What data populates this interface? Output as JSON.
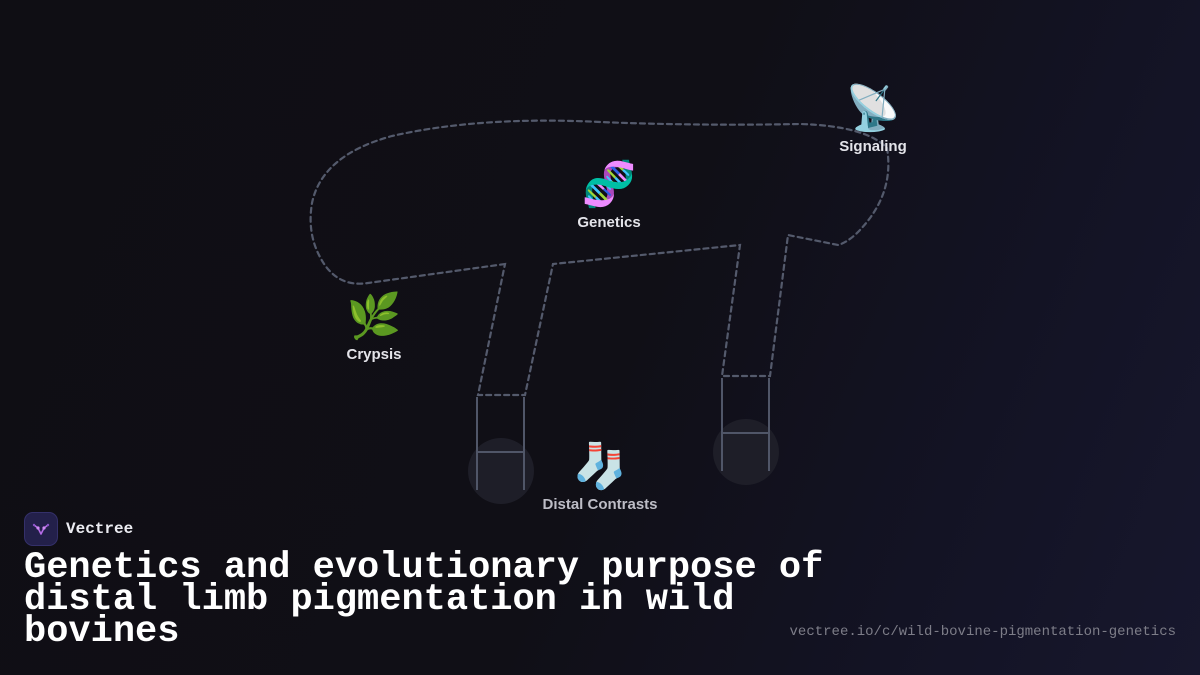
{
  "brand": {
    "name": "Vectree",
    "logo_icon": "vectree-logo-icon"
  },
  "title": "Genetics and evolutionary purpose of distal limb pigmentation in wild bovines",
  "url": "vectree.io/c/wild-bovine-pigmentation-genetics",
  "nodes": [
    {
      "label": "Signaling",
      "icon": "satellite-antenna-icon",
      "glyph": "📡"
    },
    {
      "label": "Genetics",
      "icon": "dna-icon",
      "glyph": "🧬"
    },
    {
      "label": "Crypsis",
      "icon": "herb-icon",
      "glyph": "🌿"
    },
    {
      "label": "Distal Contrasts",
      "icon": "socks-icon",
      "glyph": "🧦"
    }
  ],
  "colors": {
    "background": "#0f0e14",
    "outline": "#545a6c",
    "label": "#e4e4ea",
    "brand_accent": "#b46ae6"
  }
}
